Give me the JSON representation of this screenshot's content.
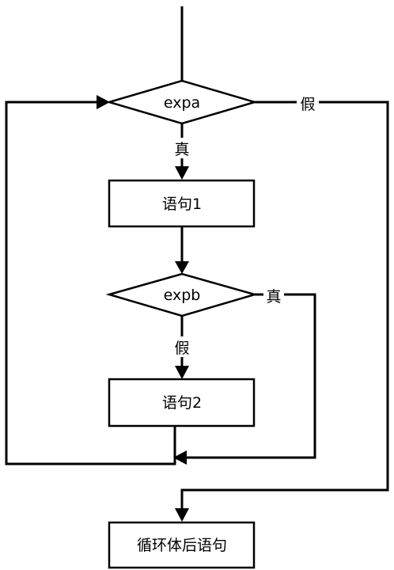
{
  "flowchart": {
    "nodes": {
      "cond_a": {
        "kind": "decision",
        "label": "expa"
      },
      "stmt_1": {
        "kind": "process",
        "label": "语句1"
      },
      "cond_b": {
        "kind": "decision",
        "label": "expb"
      },
      "stmt_2": {
        "kind": "process",
        "label": "语句2"
      },
      "after": {
        "kind": "process",
        "label": "循环体后语句"
      }
    },
    "edge_labels": {
      "cond_a_true": "真",
      "cond_a_false": "假",
      "cond_b_true": "真",
      "cond_b_false": "假"
    },
    "edges": [
      {
        "from": "entry",
        "to": "cond_a"
      },
      {
        "from": "cond_a",
        "to": "stmt_1",
        "label": "真"
      },
      {
        "from": "stmt_1",
        "to": "cond_b"
      },
      {
        "from": "cond_b",
        "to": "stmt_2",
        "label": "假"
      },
      {
        "from": "cond_b",
        "to": "loop_join",
        "label": "真"
      },
      {
        "from": "stmt_2",
        "to": "cond_a"
      },
      {
        "from": "cond_a",
        "to": "after",
        "label": "假"
      }
    ],
    "colors": {
      "stroke": "#000000",
      "fill": "#ffffff",
      "text": "#000000"
    }
  }
}
